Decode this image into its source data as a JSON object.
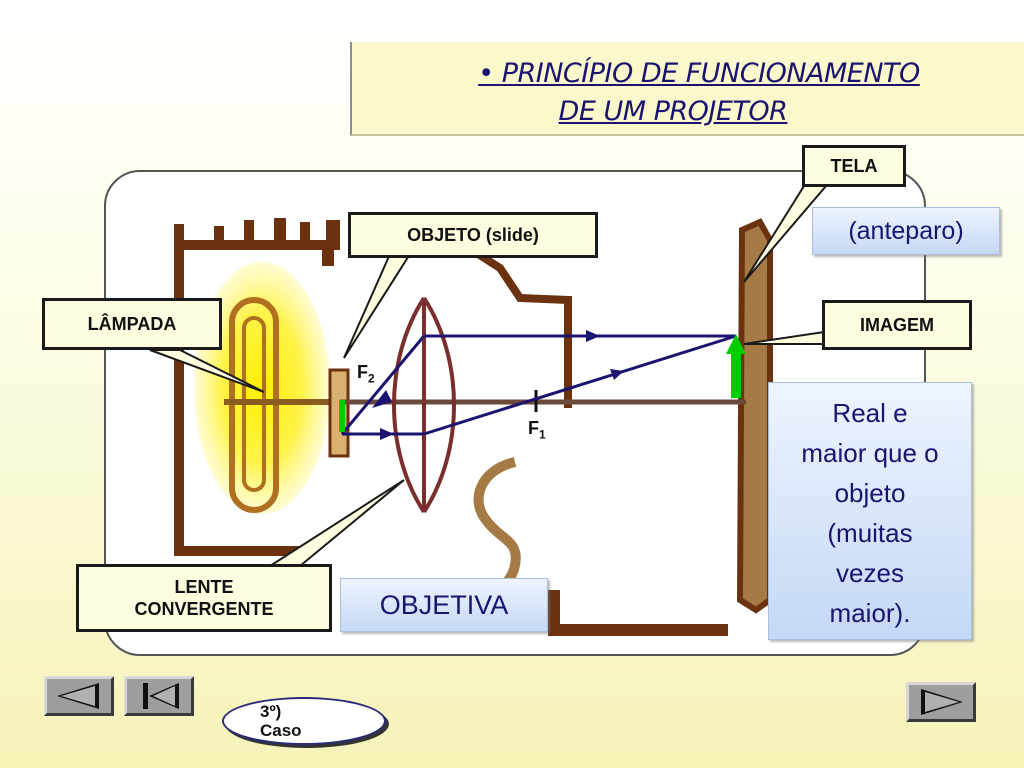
{
  "title": {
    "bullet": "•",
    "line1": "PRINCÍPIO DE FUNCIONAMENTO",
    "line2": "DE UM PROJETOR"
  },
  "labels": {
    "tela": "TELA",
    "anteparo": "(anteparo)",
    "objeto": "OBJETO (slide)",
    "lampada": "LÂMPADA",
    "imagem": "IMAGEM",
    "lente_line1": "LENTE",
    "lente_line2": "CONVERGENTE",
    "objetiva": "OBJETIVA",
    "f2": "F",
    "f2_sub": "2",
    "f1": "F",
    "f1_sub": "1"
  },
  "description": {
    "line1": "Real e",
    "line2": "maior que o",
    "line3": "objeto",
    "line4": "(muitas",
    "line5": "vezes",
    "line6": "maior)."
  },
  "case_button": {
    "line1": "3º)",
    "line2": "Caso"
  },
  "colors": {
    "title_text": "#1a1470",
    "wall": "#6b3210",
    "ray": "#1a1470",
    "arrow": "#00cc00",
    "lamp_glow": "#fff200",
    "lens": "#7a2e2e"
  },
  "icons": {
    "prev": "triangle-left-icon",
    "first": "skip-to-start-icon",
    "next": "triangle-right-icon"
  }
}
